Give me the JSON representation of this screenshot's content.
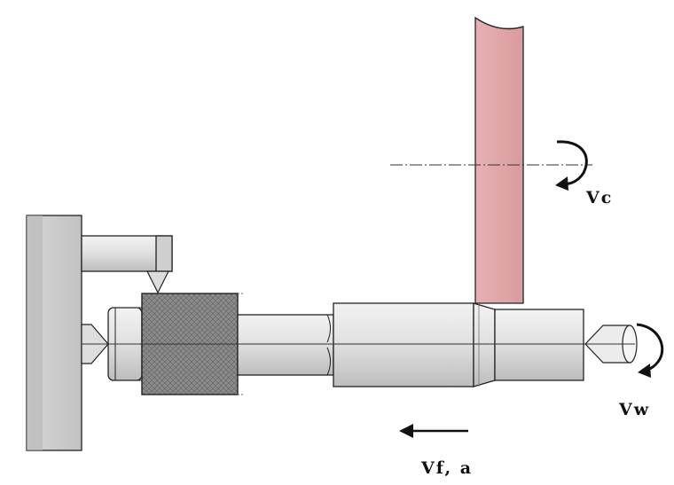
{
  "labels": {
    "cutting_speed": "Vc",
    "workpiece_speed": "Vw",
    "feed_and_depth": "Vf, a"
  },
  "colors": {
    "grinding_wheel": "#dfa6a8",
    "metal_light": "#e6e6e6",
    "metal_mid": "#c9c9c9",
    "knurl": "#8a8a8a",
    "outline": "#222222"
  },
  "icons": {
    "rotation_wheel": "curved-arrow-icon",
    "rotation_workpiece": "curved-arrow-icon",
    "feed_direction": "arrow-left-icon"
  }
}
